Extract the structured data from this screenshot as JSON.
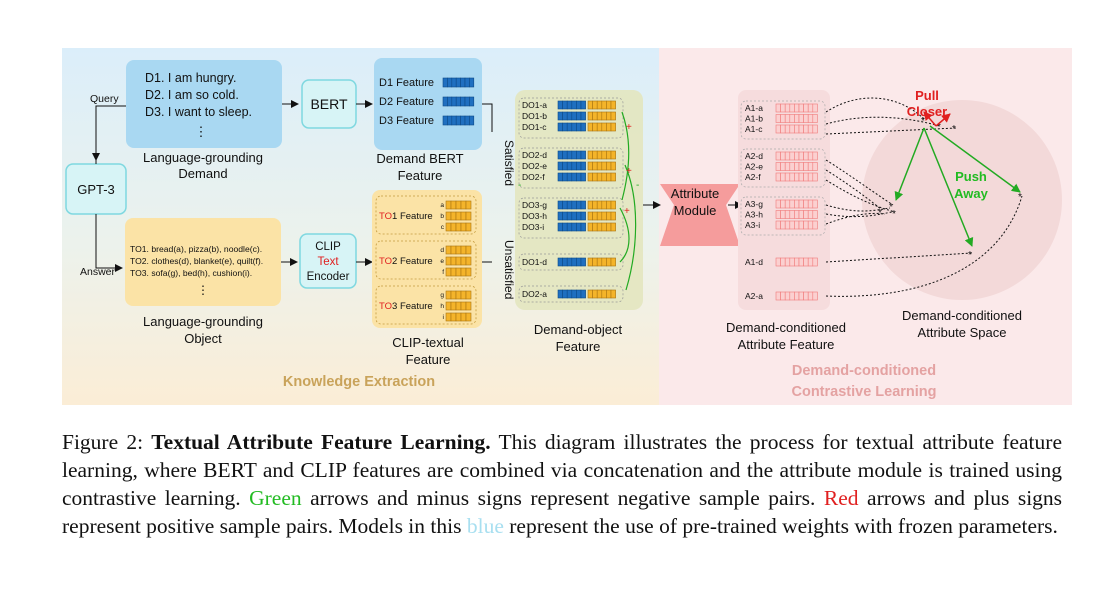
{
  "sections": {
    "knowledge_extraction": "Knowledge Extraction",
    "contrastive_line1": "Demand-conditioned",
    "contrastive_line2": "Contrastive Learning"
  },
  "demand_box": {
    "items": [
      "D1. I am hungry.",
      "D2. I am so cold.",
      "D3. I want to sleep."
    ],
    "ellipsis": "⋮",
    "caption_line1": "Language-grounding",
    "caption_line2": "Demand",
    "query_label": "Query"
  },
  "gpt": {
    "label": "GPT-3"
  },
  "bert": {
    "label": "BERT",
    "features": [
      "D1 Feature",
      "D2 Feature",
      "D3 Feature"
    ],
    "caption_line1": "Demand BERT",
    "caption_line2": "Feature"
  },
  "object_box": {
    "items": [
      "TO1. bread(a), pizza(b), noodle(c).",
      "TO2. clothes(d), blanket(e), quilt(f).",
      "TO3. sofa(g), bed(h), cushion(i)."
    ],
    "ellipsis": "⋮",
    "answer_label": "Answer",
    "caption_line1": "Language-grounding",
    "caption_line2": "Object"
  },
  "clip": {
    "line1": "CLIP",
    "line2": "Text",
    "line3": "Encoder"
  },
  "clip_features": {
    "groups": [
      {
        "prefix": "TO",
        "num": "1",
        "suffix": " Feature",
        "letters": [
          "a",
          "b",
          "c"
        ]
      },
      {
        "prefix": "TO",
        "num": "2",
        "suffix": " Feature",
        "letters": [
          "d",
          "e",
          "f"
        ]
      },
      {
        "prefix": "TO",
        "num": "3",
        "suffix": " Feature",
        "letters": [
          "g",
          "h",
          "i"
        ]
      }
    ],
    "caption_line1": "CLIP-textual",
    "caption_line2": "Feature"
  },
  "demand_object": {
    "satisfied_label": "Satisfied",
    "unsatisfied_label": "Unsatisfied",
    "groups": [
      [
        "DO1-a",
        "DO1-b",
        "DO1-c"
      ],
      [
        "DO2-d",
        "DO2-e",
        "DO2-f"
      ],
      [
        "DO3-g",
        "DO3-h",
        "DO3-i"
      ]
    ],
    "unsatisfied": [
      "DO1-d",
      "DO2-a"
    ],
    "caption_line1": "Demand-object",
    "caption_line2": "Feature",
    "plus": "+",
    "minus": "-"
  },
  "attribute_module": {
    "line1": "Attribute",
    "line2": "Module"
  },
  "attribute_features": {
    "groups": [
      [
        "A1-a",
        "A1-b",
        "A1-c"
      ],
      [
        "A2-d",
        "A2-e",
        "A2-f"
      ],
      [
        "A3-g",
        "A3-h",
        "A3-i"
      ]
    ],
    "singles": [
      "A1-d",
      "A2-a"
    ],
    "caption_line1": "Demand-conditioned",
    "caption_line2": "Attribute Feature"
  },
  "attribute_space": {
    "pull_line1": "Pull",
    "pull_line2": "Closer",
    "push_line1": "Push",
    "push_line2": "Away",
    "caption_line1": "Demand-conditioned",
    "caption_line2": "Attribute Space"
  },
  "caption": {
    "figure_label": "Figure 2:",
    "title": "Textual Attribute Feature Learning.",
    "text1": "This diagram illustrates the process for textual attribute feature learning, where BERT and CLIP features are combined via concatenation and the attribute module is trained using contrastive learning.",
    "green_word": "Green",
    "text2": "arrows and minus signs represent negative sample pairs.",
    "red_word": "Red",
    "text3": "arrows and plus signs represent positive sample pairs. Models in this",
    "blue_word": "blue",
    "text4": "represent the use of pre-trained weights with frozen parameters."
  },
  "colors": {
    "blue_box": "#a9d8f2",
    "yellow_box": "#fbe3a6",
    "cyan_box": "#d7f4f6",
    "cyan_border": "#7fd8e0",
    "pink_region": "#fbe9ea",
    "red_text": "#e02020",
    "green_text": "#22bb22",
    "feature_blue": "#1f6fc0",
    "feature_yellow": "#f4b42a",
    "attr_red": "#f07a7a"
  }
}
